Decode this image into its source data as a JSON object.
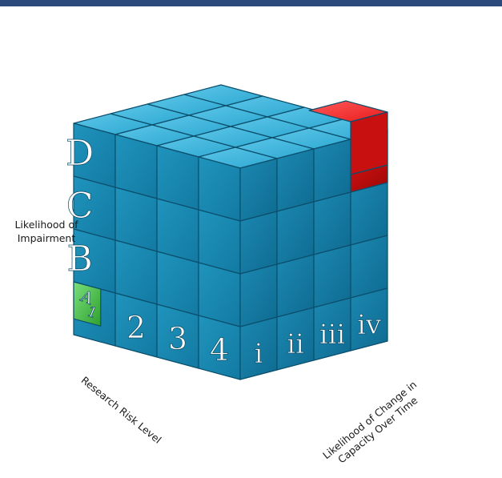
{
  "colors": {
    "cell": "#27a7cf",
    "highlight_red": "#e81b1b",
    "highlight_green": "#3bb53b",
    "header_bar": "#2c4a7c"
  },
  "axis_labels": {
    "y_line1": "Likelihood of",
    "y_line2": "Impairment",
    "x": "Research Risk Level",
    "z_line1": "Likelihood of Change in",
    "z_line2": "Capacity Over Time"
  },
  "front_letters": [
    "D",
    "C",
    "B"
  ],
  "origin_cell": {
    "top": "A",
    "bottom": "1"
  },
  "risk_levels": [
    "2",
    "3",
    "4"
  ],
  "capacity_levels": [
    "i",
    "ii",
    "iii",
    "iv"
  ]
}
